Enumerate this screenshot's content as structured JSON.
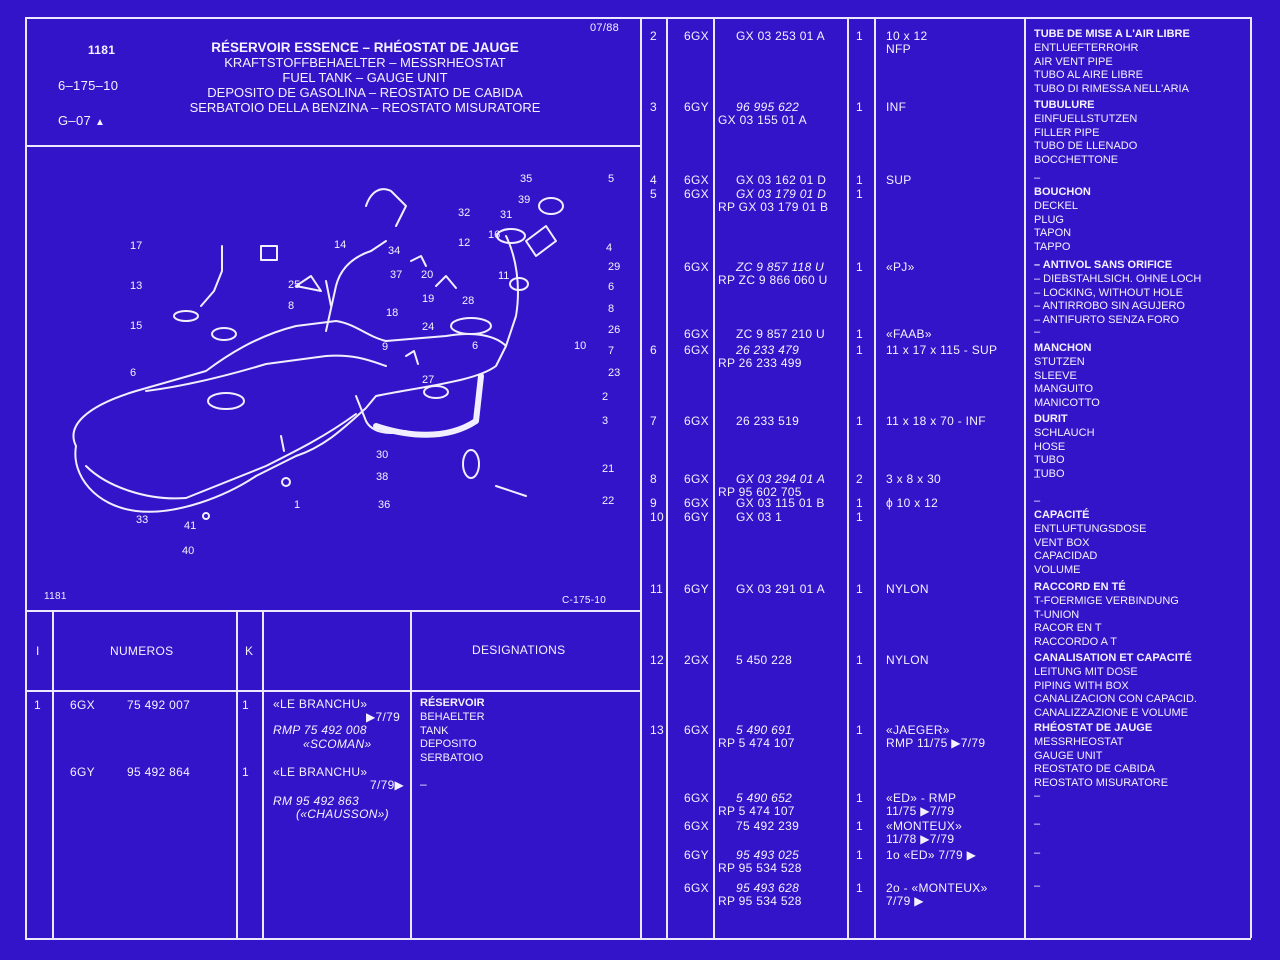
{
  "header": {
    "code_left": "1181",
    "ref_1": "6–175–10",
    "ref_2": "G–07",
    "date": "07/88",
    "titles": [
      "RÉSERVOIR ESSENCE – RHÉOSTAT DE JAUGE",
      "KRAFTSTOFFBEHAELTER – MESSRHEOSTAT",
      "FUEL TANK – GAUGE UNIT",
      "DEPOSITO DE GASOLINA – REOSTATO DE CABIDA",
      "SERBATOIO DELLA BENZINA – REOSTATO MISURATORE"
    ]
  },
  "figure": {
    "code_bottom_left": "1181",
    "code_bottom_right": "C-175-10",
    "callouts": [
      "35",
      "5",
      "39",
      "32",
      "31",
      "16",
      "4",
      "29",
      "17",
      "14",
      "34",
      "12",
      "13",
      "25",
      "37",
      "20",
      "11",
      "6",
      "8",
      "18",
      "19",
      "28",
      "8",
      "15",
      "24",
      "26",
      "6",
      "10",
      "7",
      "6",
      "9",
      "23",
      "27",
      "2",
      "3",
      "30",
      "38",
      "36",
      "1",
      "21",
      "22",
      "33",
      "41",
      "40"
    ]
  },
  "lower_table": {
    "headers": {
      "col1": "I",
      "numeros": "NUMEROS",
      "k": "K",
      "designations": "DESIGNATIONS"
    },
    "rows": [
      {
        "item": "1",
        "family": "6GX",
        "number": "75 492 007",
        "k": "1",
        "notes": [
          "«LE BRANCHU»",
          "▶7/79",
          "RMP 75 492 008",
          "«SCOMAN»"
        ],
        "desc": [
          "RÉSERVOIR",
          "BEHAELTER",
          "TANK",
          "DEPOSITO",
          "SERBATOIO"
        ]
      },
      {
        "family": "6GY",
        "number": "95 492 864",
        "k": "1",
        "notes": [
          "«LE BRANCHU»",
          "7/79▶",
          "RM 95 492 863",
          "(«CHAUSSON»)"
        ],
        "desc": [
          "–"
        ]
      }
    ]
  },
  "right_table": {
    "rows": [
      {
        "item": "2",
        "fam": "6GX",
        "num": "GX  03  253  01  A",
        "k": "1",
        "note": "10 x 12",
        "note2": "NFP",
        "desc": [
          "TUBE DE MISE A L'AIR LIBRE",
          "ENTLUEFTERROHR",
          "AIR VENT PIPE",
          "TUBO AL AIRE LIBRE",
          "TUBO DI RIMESSA NELL'ARIA"
        ]
      },
      {
        "item": "3",
        "fam": "6GY",
        "num": "96  995  622",
        "num2": "GX  03  155  01  A",
        "k": "1",
        "note": "INF",
        "desc": [
          "TUBULURE",
          "EINFUELLSTUTZEN",
          "FILLER PIPE",
          "TUBO DE LLENADO",
          "BOCCHETTONE"
        ]
      },
      {
        "item": "4",
        "fam": "6GX",
        "num": "GX  03  162  01  D",
        "k": "1",
        "note": "SUP",
        "desc": [
          "–"
        ]
      },
      {
        "item": "5",
        "fam": "6GX",
        "num": "GX  03  179  01  D",
        "num2": "RP GX  03  179  01  B",
        "k": "1",
        "desc": [
          "BOUCHON",
          "DECKEL",
          "PLUG",
          "TAPON",
          "TAPPO"
        ]
      },
      {
        "fam": "6GX",
        "num": "ZC  9  857  118  U",
        "num2": "RP ZC  9  866  060  U",
        "k": "1",
        "note": "«PJ»",
        "desc": [
          "– ANTIVOL SANS ORIFICE",
          "– DIEBSTAHLSICH. OHNE LOCH",
          "– LOCKING, WITHOUT HOLE",
          "– ANTIRROBO SIN AGUJERO",
          "– ANTIFURTO SENZA FORO"
        ]
      },
      {
        "fam": "6GX",
        "num": "ZC  9  857  210  U",
        "k": "1",
        "note": "«FAAB»",
        "desc": [
          "–"
        ]
      },
      {
        "item": "6",
        "fam": "6GX",
        "num": "26  233  479",
        "num2": "RP 26  233  499",
        "k": "1",
        "note": "11 x 17 x 115 - SUP",
        "desc": [
          "MANCHON",
          "STUTZEN",
          "SLEEVE",
          "MANGUITO",
          "MANICOTTO"
        ]
      },
      {
        "item": "7",
        "fam": "6GX",
        "num": "26  233  519",
        "k": "1",
        "note": "11 x 18 x 70 - INF",
        "desc": [
          "DURIT",
          "SCHLAUCH",
          "HOSE",
          "TUBO",
          "TUBO"
        ]
      },
      {
        "item": "8",
        "fam": "6GX",
        "num": "GX  03  294  01  A",
        "num2": "RP 95  602  705",
        "k": "2",
        "note": "3 x 8 x 30",
        "desc": [
          "–"
        ]
      },
      {
        "item": "9",
        "fam": "6GX",
        "num": "GX  03  115  01  B",
        "k": "1",
        "note": "ϕ 10 x 12",
        "desc": [
          "–"
        ]
      },
      {
        "item": "10",
        "fam": "6GY",
        "num": "GX  03  1",
        "k": "1",
        "desc": [
          "CAPACITÉ",
          "ENTLUFTUNGSDOSE",
          "VENT BOX",
          "CAPACIDAD",
          "VOLUME"
        ]
      },
      {
        "item": "11",
        "fam": "6GY",
        "num": "GX  03  291  01  A",
        "k": "1",
        "note": "NYLON",
        "desc": [
          "RACCORD EN TÉ",
          "T-FOERMIGE VERBINDUNG",
          "T-UNION",
          "RACOR EN T",
          "RACCORDO A T"
        ]
      },
      {
        "item": "12",
        "fam": "2GX",
        "num": "5  450  228",
        "k": "1",
        "note": "NYLON",
        "desc": [
          "CANALISATION ET CAPACITÉ",
          "LEITUNG MIT DOSE",
          "PIPING WITH BOX",
          "CANALIZACION CON CAPACID.",
          "CANALIZZAZIONE E VOLUME"
        ]
      },
      {
        "item": "13",
        "fam": "6GX",
        "num": "5  490  691",
        "num2": "RP 5  474  107",
        "k": "1",
        "note": "«JAEGER»",
        "note2": "RMP   11/75   ▶7/79",
        "desc": [
          "RHÉOSTAT DE JAUGE",
          "MESSRHEOSTAT",
          "GAUGE UNIT",
          "REOSTATO DE CABIDA",
          "REOSTATO MISURATORE"
        ]
      },
      {
        "fam": "6GX",
        "num": "5  490  652",
        "num2": "RP 5  474  107",
        "k": "1",
        "note": "«ED» - RMP",
        "note2": "11/75   ▶7/79",
        "desc": [
          "–"
        ]
      },
      {
        "fam": "6GX",
        "num": "75  492  239",
        "k": "1",
        "note": "«MONTEUX»",
        "note2": "11/78   ▶7/79",
        "desc": [
          "–"
        ]
      },
      {
        "fam": "6GY",
        "num": "95  493  025",
        "num2": "RP 95  534  528",
        "k": "1",
        "note": "1o «ED»        7/79 ▶",
        "desc": [
          "–"
        ]
      },
      {
        "fam": "6GX",
        "num": "95  493  628",
        "num2": "RP 95  534  528",
        "k": "1",
        "note": "2o - «MONTEUX»",
        "note2": "7/79 ▶",
        "desc": [
          "–"
        ]
      }
    ]
  }
}
